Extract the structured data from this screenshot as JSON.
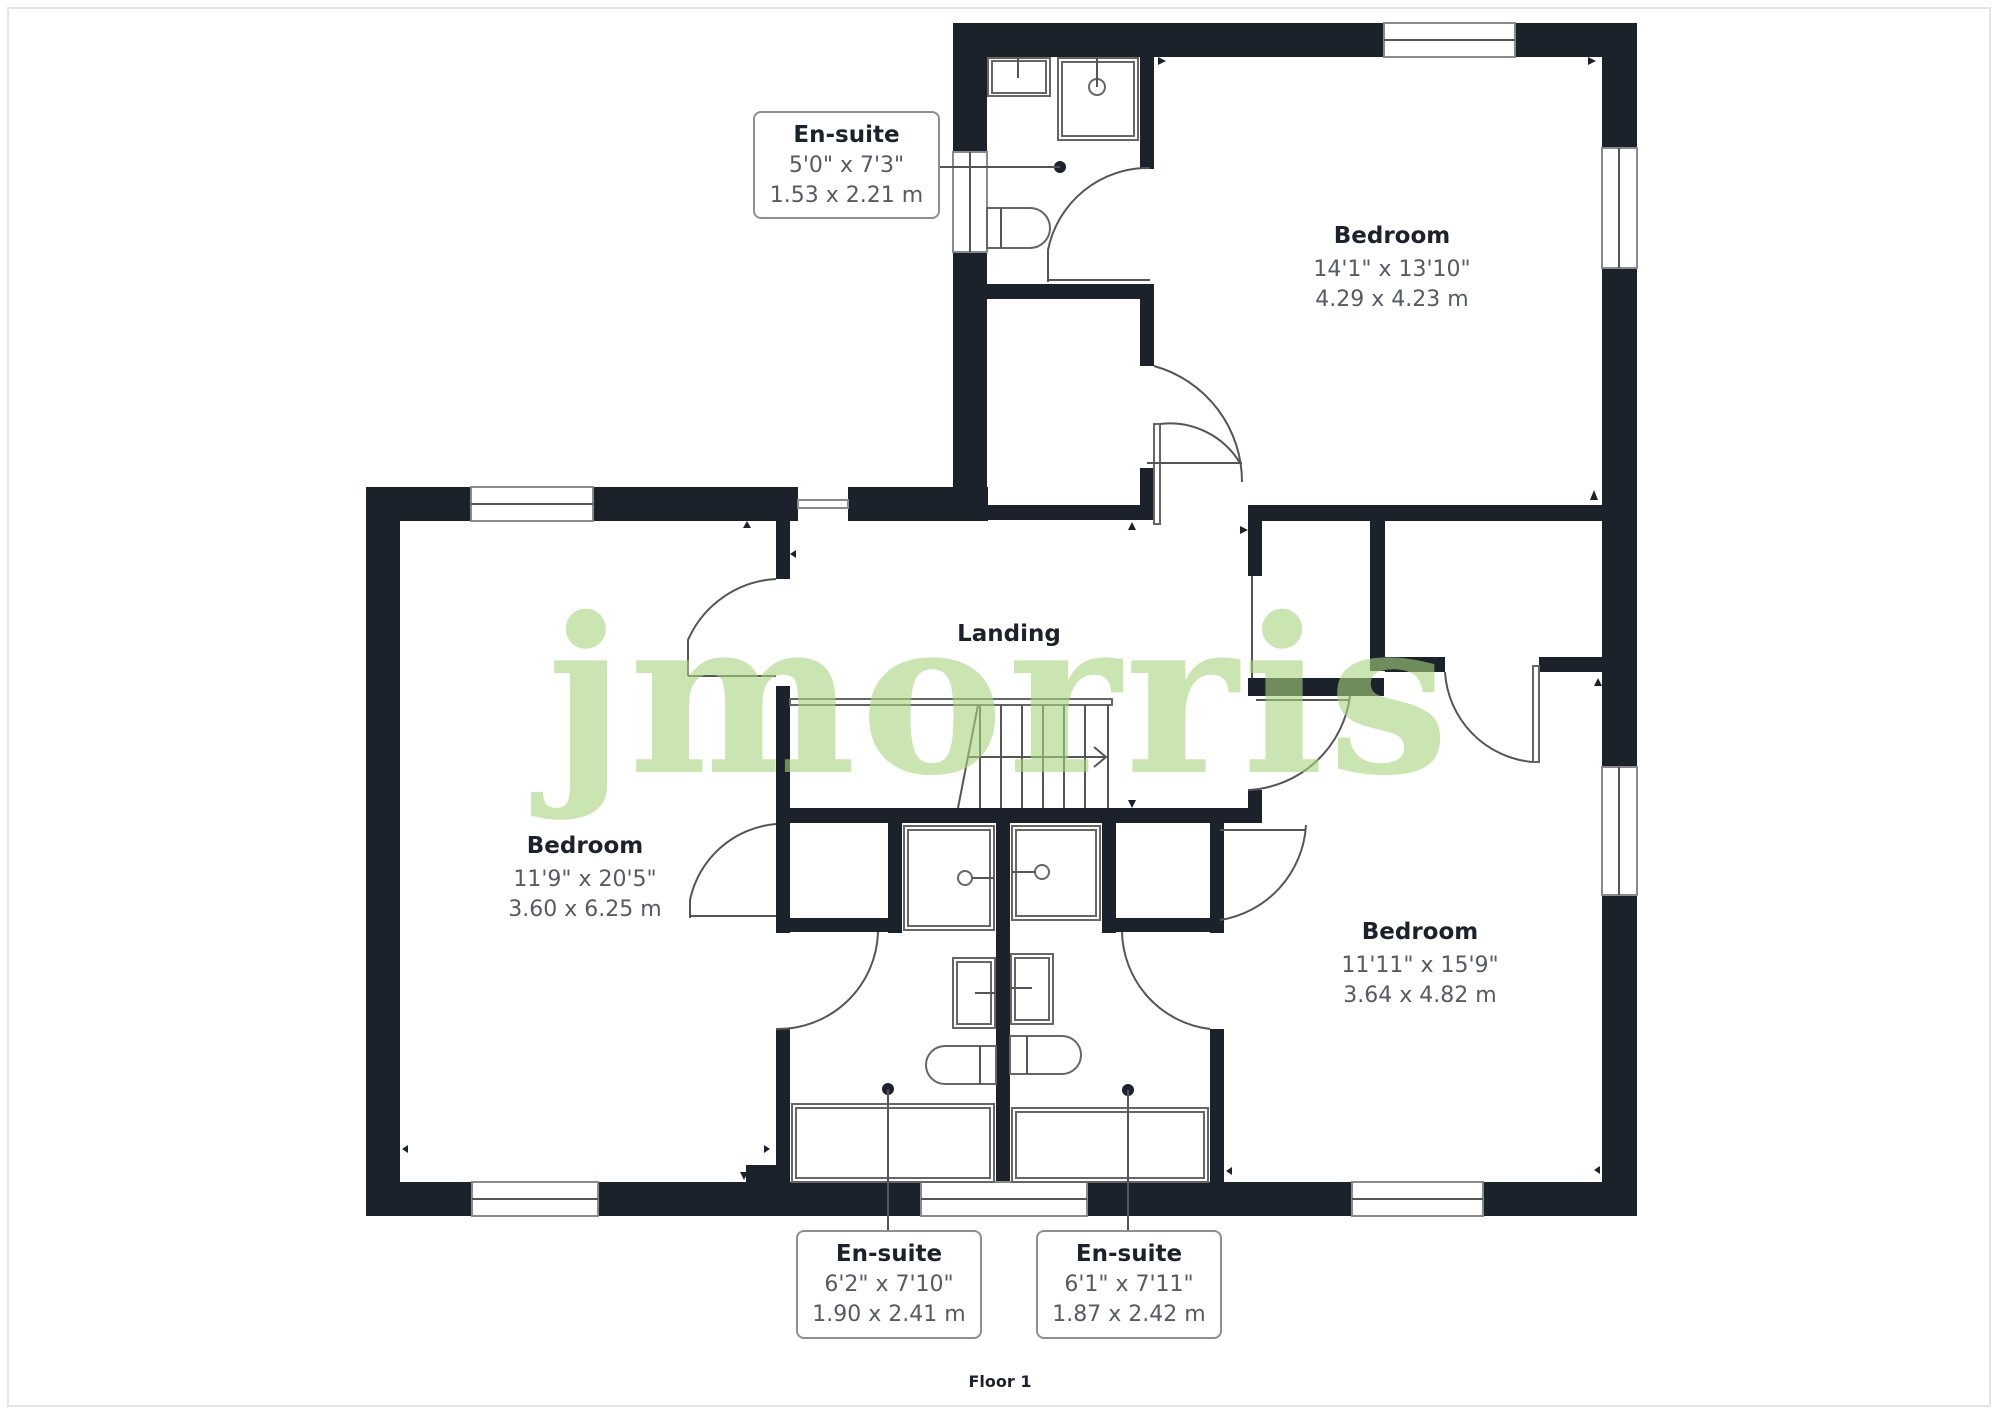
{
  "floorplan": {
    "floor_label": "Floor 1",
    "watermark": {
      "text": "jmorris",
      "color": "#a9d37f"
    },
    "colors": {
      "wall": "#1b222c",
      "text_dark": "#1b222c",
      "text_dim": "#555b63",
      "callout_border": "#8e8e8e"
    },
    "rooms": {
      "bedroom_top_right": {
        "name": "Bedroom",
        "imperial": "14'1\" x 13'10\"",
        "metric": "4.29 x 4.23 m"
      },
      "landing": {
        "name": "Landing"
      },
      "bedroom_left": {
        "name": "Bedroom",
        "imperial": "11'9\" x 20'5\"",
        "metric": "3.60 x 6.25 m"
      },
      "bedroom_bottom_right": {
        "name": "Bedroom",
        "imperial": "11'11\" x 15'9\"",
        "metric": "3.64 x 4.82 m"
      }
    },
    "callouts": {
      "ensuite_top": {
        "name": "En-suite",
        "imperial": "5'0\" x 7'3\"",
        "metric": "1.53 x 2.21 m"
      },
      "ensuite_bottom_left": {
        "name": "En-suite",
        "imperial": "6'2\" x 7'10\"",
        "metric": "1.90 x 2.41 m"
      },
      "ensuite_bottom_right": {
        "name": "En-suite",
        "imperial": "6'1\" x 7'11\"",
        "metric": "1.87 x 2.42 m"
      }
    }
  }
}
